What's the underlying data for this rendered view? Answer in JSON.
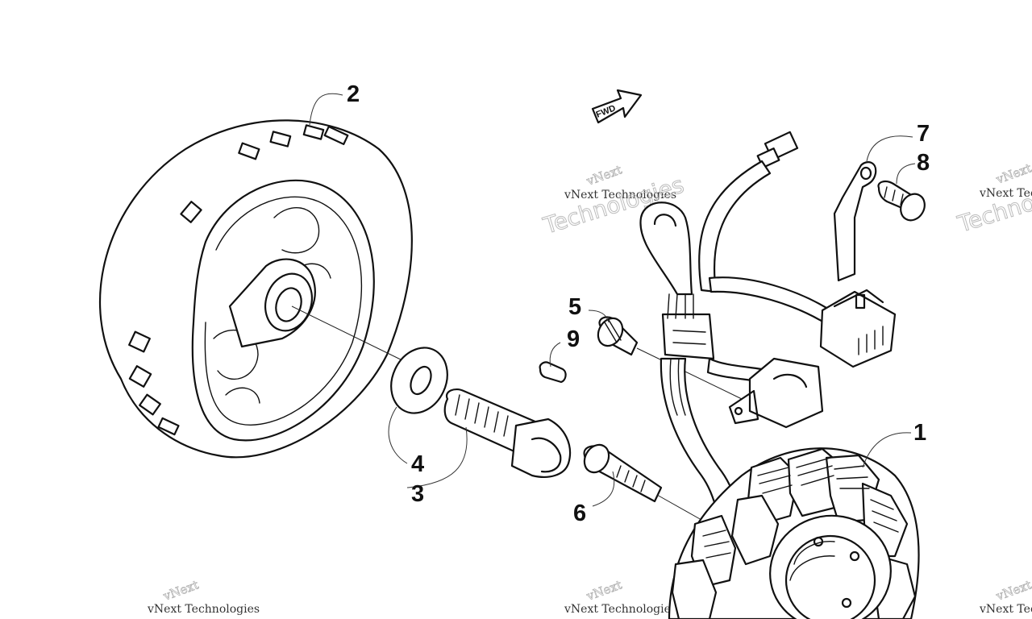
{
  "diagram": {
    "watermark": {
      "brand": "vNext",
      "line": "vNext Technologies",
      "big": "Technologies"
    },
    "fwd_label": "FWD",
    "callouts": {
      "c1": "1",
      "c2": "2",
      "c3": "3",
      "c4": "4",
      "c5": "5",
      "c6": "6",
      "c7": "7",
      "c8": "8",
      "c9": "9"
    }
  }
}
